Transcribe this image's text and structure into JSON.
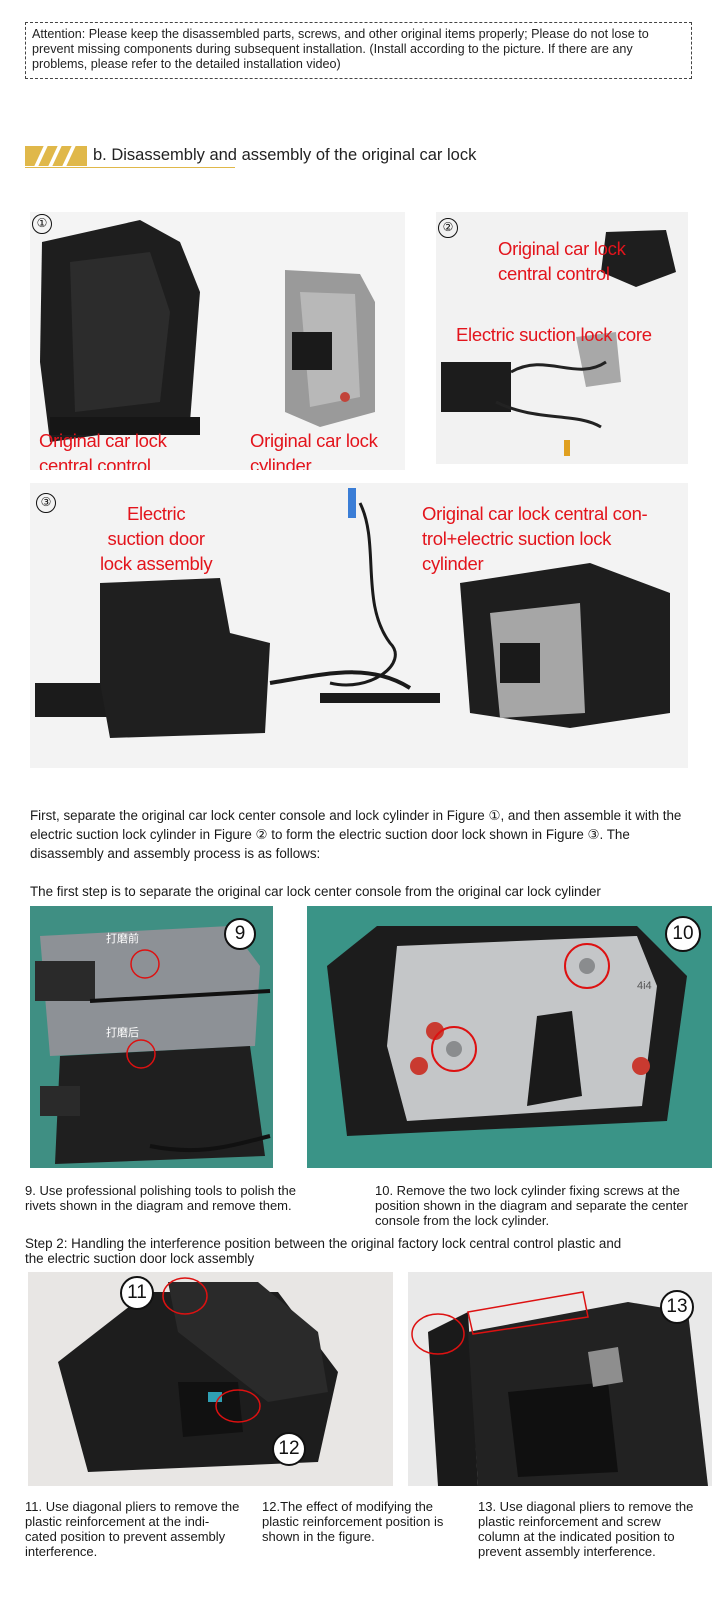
{
  "notice": {
    "text": "Attention: Please keep the disassembled parts, screws, and other original items properly; Please do not lose to prevent missing components during subsequent installation. (Install according to the picture. If there are any problems, please refer to the detailed installation video)"
  },
  "section": {
    "title": "b. Disassembly and assembly of the original car lock"
  },
  "figure1": {
    "number": "①",
    "label_left": "Original car lock\ncentral control",
    "label_right": "Original car lock\ncylinder"
  },
  "figure2": {
    "number": "②",
    "label_top": "Original car lock\ncentral control",
    "label_mid": "Electric suction lock core"
  },
  "figure3": {
    "number": "③",
    "label_left": "Electric\nsuction door\nlock assembly",
    "label_right": "Original car lock central con-\ntrol+electric suction lock\ncylinder"
  },
  "intro_paragraph": "First, separate the original car lock center console and lock cylinder in Figure ①, and then assemble it with the electric suction lock cylinder in Figure ② to form the electric suction door lock shown in Figure ③. The disassembly and assembly process is as follows:",
  "step1_heading": "The first step is to separate the original car lock center console from the original car lock cylinder",
  "photo9": {
    "badge": "9",
    "tag_top": "打磨前",
    "tag_bottom": "打磨后"
  },
  "photo10": {
    "badge": "10",
    "stamp": "4i4"
  },
  "caption9": "9. Use professional polishing tools to polish the rivets shown in the diagram and remove them.",
  "caption10": "10. Remove the two lock cylinder fixing screws at the position shown in the diagram and separate the center console from the lock cylinder.",
  "step2_heading": "Step 2: Handling the interference position between the original factory lock central control plastic and the electric suction door lock assembly",
  "photo11": {
    "badge_a": "11",
    "badge_b": "12"
  },
  "photo13": {
    "badge": "13"
  },
  "caption11": "11. Use diagonal pliers to remove the plastic reinforcement at the indi-cated position to prevent assembly interference.",
  "caption12": "12.The effect of modifying the plastic reinforcement position is shown in the figure.",
  "caption13": "13. Use diagonal pliers to remove the plastic reinforcement and screw column at the indicated position to prevent assembly interference."
}
